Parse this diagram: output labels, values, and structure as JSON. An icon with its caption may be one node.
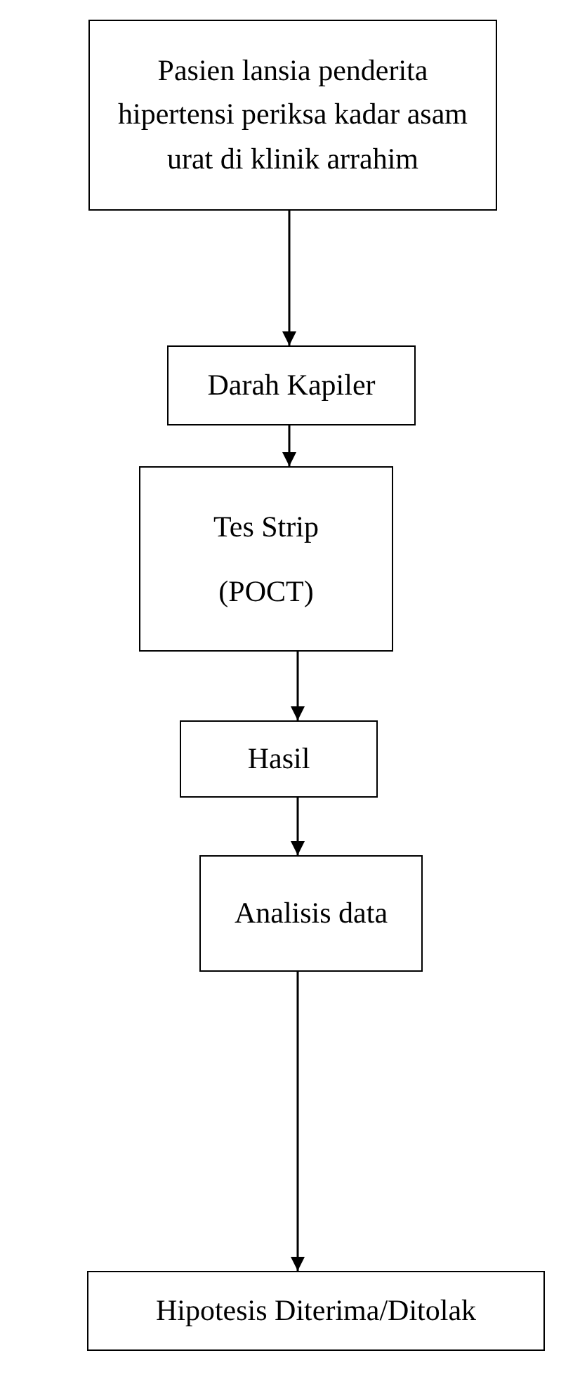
{
  "diagram": {
    "nodes": [
      {
        "text": [
          "Pasien lansia penderita hipertensi periksa kadar asam urat di klinik arrahim"
        ]
      },
      {
        "text": [
          "Darah Kapiler"
        ]
      },
      {
        "text": [
          "Tes Strip (POCT)"
        ]
      },
      {
        "text": [
          "Hasil"
        ]
      },
      {
        "text": [
          "Analisis data"
        ]
      },
      {
        "text": [
          "Hipotesis Diterima/Ditolak"
        ]
      }
    ],
    "edges": [
      {
        "from": 0,
        "to": 1,
        "arrow": "to"
      },
      {
        "from": 1,
        "to": 2,
        "arrow": "to"
      },
      {
        "from": 2,
        "to": 3,
        "arrow": "to"
      },
      {
        "from": 3,
        "to": 4,
        "arrow": "to"
      },
      {
        "from": 4,
        "to": 5,
        "arrow": "to"
      }
    ]
  }
}
